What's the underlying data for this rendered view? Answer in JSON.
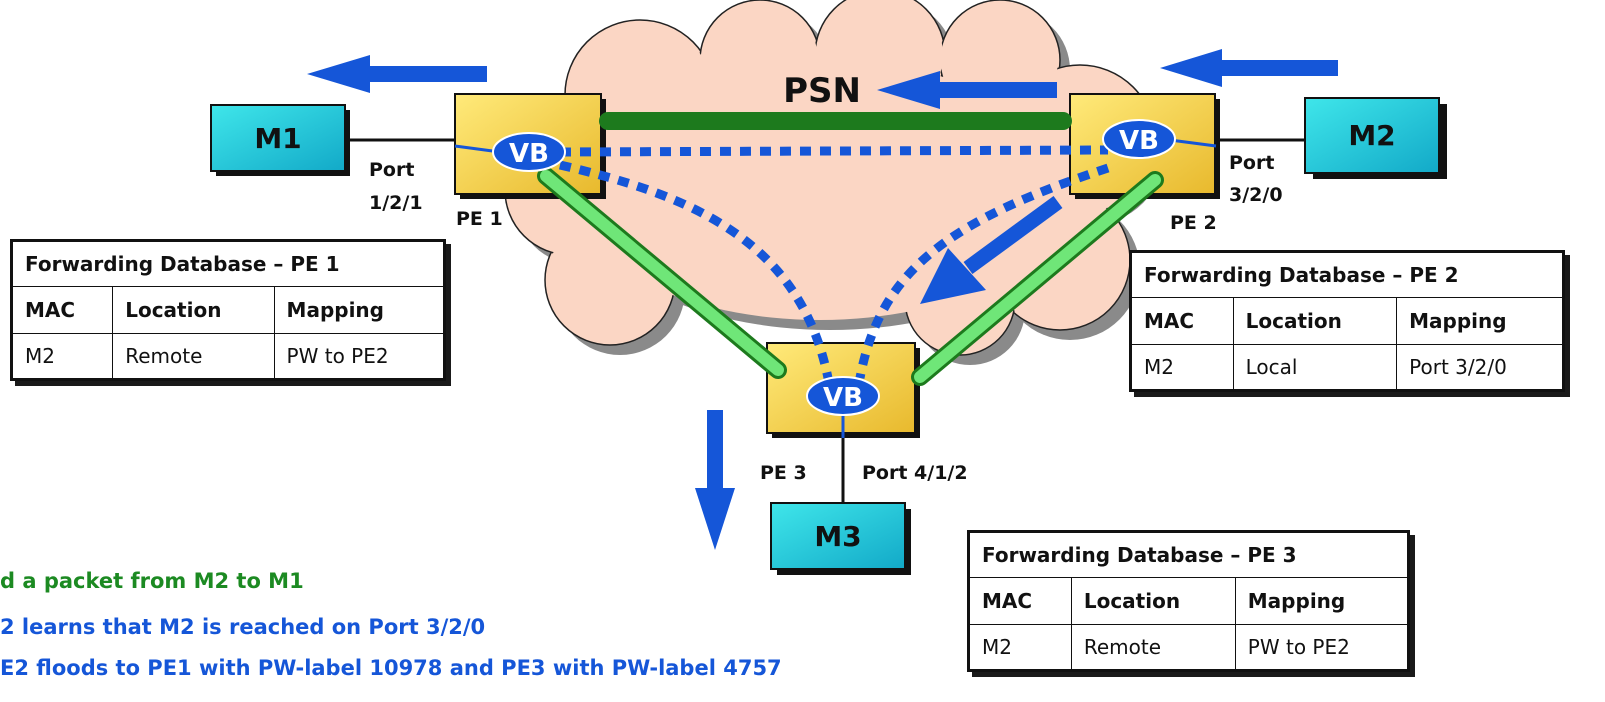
{
  "network": {
    "cloud_label": "PSN",
    "colors": {
      "cloud": "#fbd6c4",
      "pe_box": "#f2cf4a",
      "host": "#1fc4cf",
      "pw": "#4ddb5a",
      "arrow": "#1556d8",
      "vb": "#1556d8"
    },
    "pe1": {
      "label": "PE 1",
      "vb": "VB"
    },
    "pe2": {
      "label": "PE 2",
      "vb": "VB"
    },
    "pe3": {
      "label": "PE 3",
      "vb": "VB"
    },
    "m1": {
      "label": "M1"
    },
    "m2": {
      "label": "M2"
    },
    "m3": {
      "label": "M3"
    },
    "ports": {
      "pe1_line1": "Port",
      "pe1_line2": "1/2/1",
      "pe2_line1": "Port",
      "pe2_line2": "3/2/0",
      "pe3": "Port 4/1/2"
    }
  },
  "tables": [
    {
      "title": "Forwarding Database – PE 1",
      "headers": [
        "MAC",
        "Location",
        "Mapping"
      ],
      "row": [
        "M2",
        "Remote",
        "PW to PE2"
      ]
    },
    {
      "title": "Forwarding Database – PE 2",
      "headers": [
        "MAC",
        "Location",
        "Mapping"
      ],
      "row": [
        "M2",
        "Local",
        "Port 3/2/0"
      ]
    },
    {
      "title": "Forwarding Database – PE 3",
      "headers": [
        "MAC",
        "Location",
        "Mapping"
      ],
      "row": [
        "M2",
        "Remote",
        "PW to PE2"
      ]
    }
  ],
  "notes": [
    "d a packet from M2 to M1",
    "2 learns that M2 is reached on Port 3/2/0",
    "E2 floods to PE1 with PW-label 10978 and PE3 with PW-label 4757"
  ]
}
